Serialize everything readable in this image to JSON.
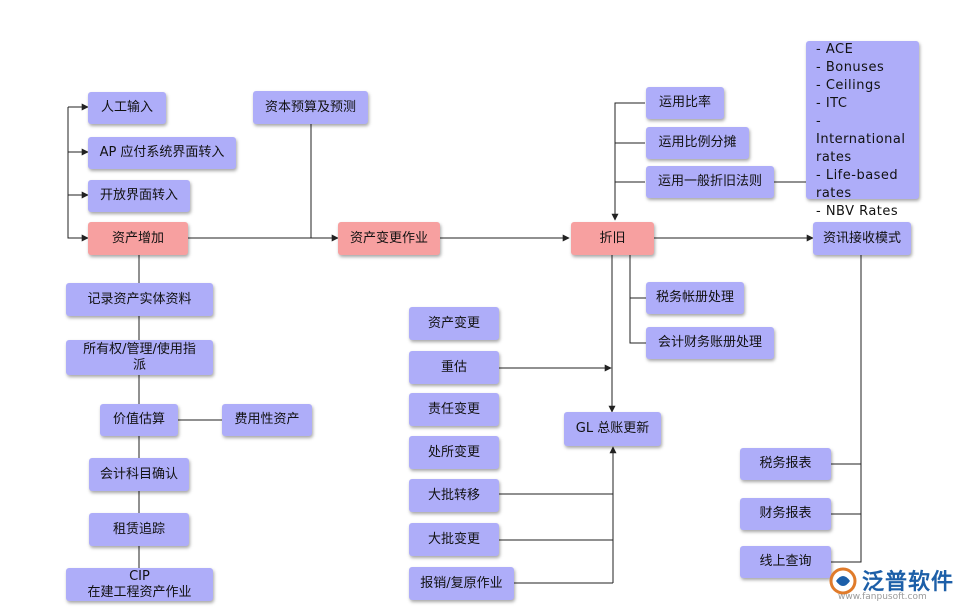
{
  "nodes": {
    "manual_input": "人工输入",
    "ap_transfer": "AP 应付系统界面转入",
    "open_transfer": "开放界面转入",
    "asset_addition": "资产增加",
    "budget": "资本预算及预测",
    "asset_change_op": "资产变更作业",
    "depreciation": "折旧",
    "use_ratio": "运用比率",
    "use_ratio_alloc": "运用比例分摊",
    "use_general_method": "运用一般折旧法则",
    "info_receive": "资讯接收模式",
    "record_entity": "记录资产实体资料",
    "ownership": "所有权/管理/使用指\n派",
    "valuation": "价值估算",
    "expense_asset": "费用性资产",
    "account_confirm": "会计科目确认",
    "lease_tracking": "租赁追踪",
    "cip": "CIP\n在建工程资产作业",
    "asset_change": "资产变更",
    "revaluation": "重估",
    "resp_change": "责任变更",
    "location_change": "处所变更",
    "batch_transfer": "大批转移",
    "batch_change": "大批变更",
    "scrap_restore": "报销/复原作业",
    "gl_update": "GL 总账更新",
    "tax_book": "税务帐册处理",
    "acct_book": "会计财务账册处理",
    "tax_report": "税务报表",
    "fin_report": "财务报表",
    "online_query": "线上查询"
  },
  "rates_list": [
    "- ACE",
    "- Bonuses",
    "- Ceilings",
    "- ITC",
    "- International rates",
    "- Life-based rates",
    "- NBV Rates"
  ],
  "logo": {
    "name": "泛普软件",
    "url": "www.fanpusoft.com"
  },
  "colors": {
    "node": "#aeadf9",
    "highlight": "#f7a0a0",
    "line": "#222222",
    "logo": "#1d5fa8"
  }
}
